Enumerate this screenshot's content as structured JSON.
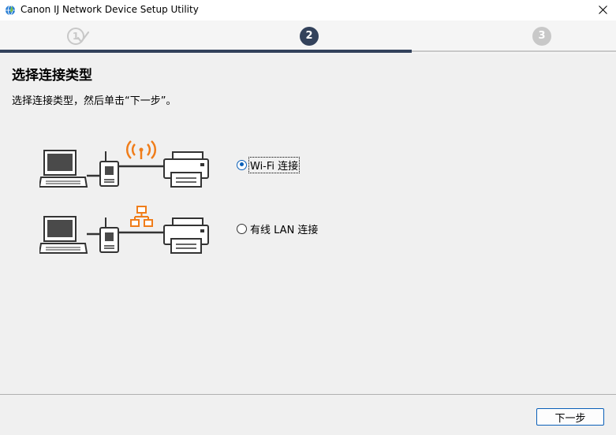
{
  "window": {
    "title": "Canon IJ Network Device Setup Utility"
  },
  "steps": [
    {
      "label": "1",
      "state": "done"
    },
    {
      "label": "2",
      "state": "current"
    },
    {
      "label": "3",
      "state": "upcoming"
    }
  ],
  "page": {
    "title": "选择连接类型",
    "subtitle": "选择连接类型，然后单击“下一步”。"
  },
  "options": [
    {
      "label": "Wi-Fi 连接",
      "selected": true
    },
    {
      "label": "有线 LAN 连接",
      "selected": false
    }
  ],
  "footer": {
    "next_label": "下一步"
  },
  "colors": {
    "accent": "#0a5fb8",
    "step_active": "#33425b",
    "step_inactive": "#c8c8c8",
    "network_orange": "#f07d1a"
  }
}
